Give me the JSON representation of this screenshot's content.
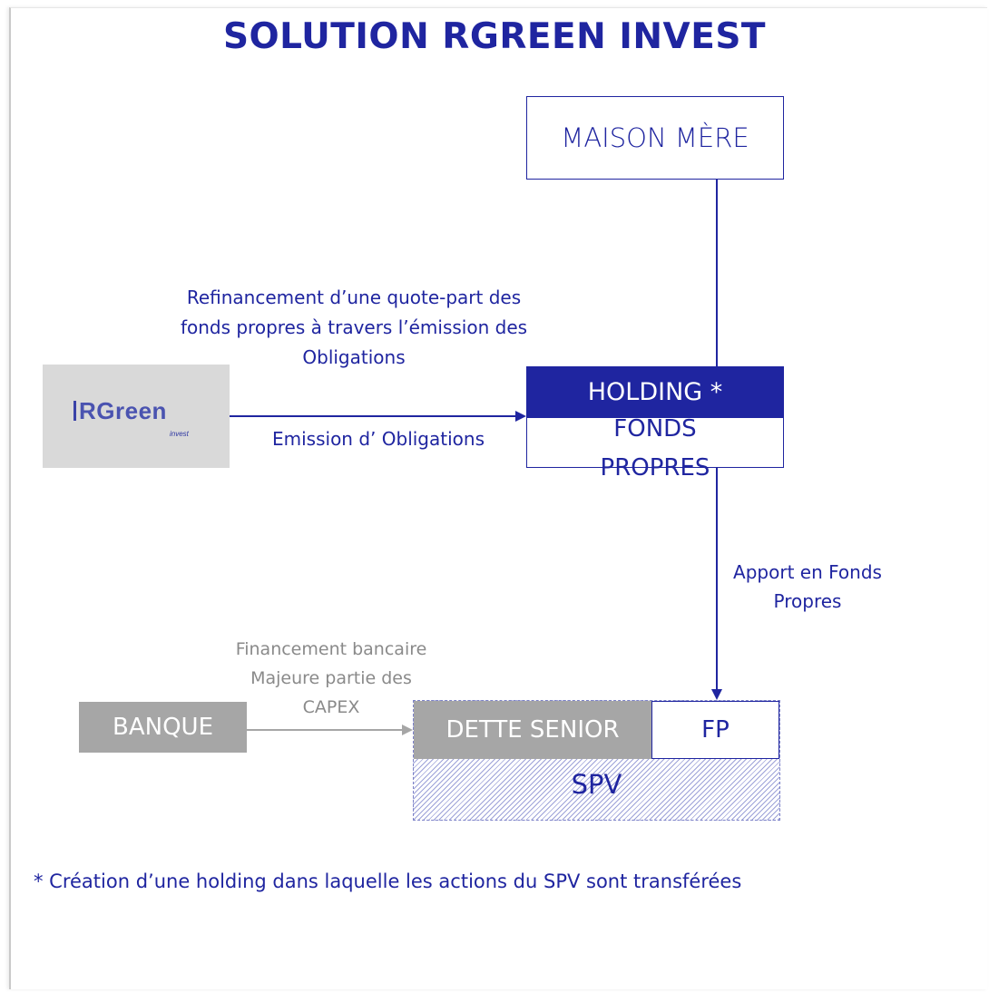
{
  "title": "SOLUTION RGREEN INVEST",
  "nodes": {
    "maison_mere": "MAISON MÈRE",
    "holding": "HOLDING *",
    "fonds_propres": [
      "FONDS",
      "PROPRES"
    ],
    "banque": "BANQUE",
    "dette_senior": "DETTE SENIOR",
    "fp": "FP",
    "spv": "SPV"
  },
  "logo": {
    "name": "RGreen",
    "sub": "invest"
  },
  "labels": {
    "refinancement": [
      "Refinancement d’une quote-part des",
      "fonds propres à travers l’émission des",
      "Obligations"
    ],
    "emission": "Emission d’ Obligations",
    "apport": [
      "Apport en Fonds",
      "Propres"
    ],
    "financement": [
      "Financement bancaire",
      "Majeure partie des",
      "CAPEX"
    ]
  },
  "footnote": "* Création d’une holding dans laquelle les actions du SPV sont transférées",
  "colors": {
    "primary": "#1f25a0",
    "grey_box": "#a6a6a6",
    "grey_text": "#8a8a8a",
    "logo_bg": "#d9d9d9"
  }
}
